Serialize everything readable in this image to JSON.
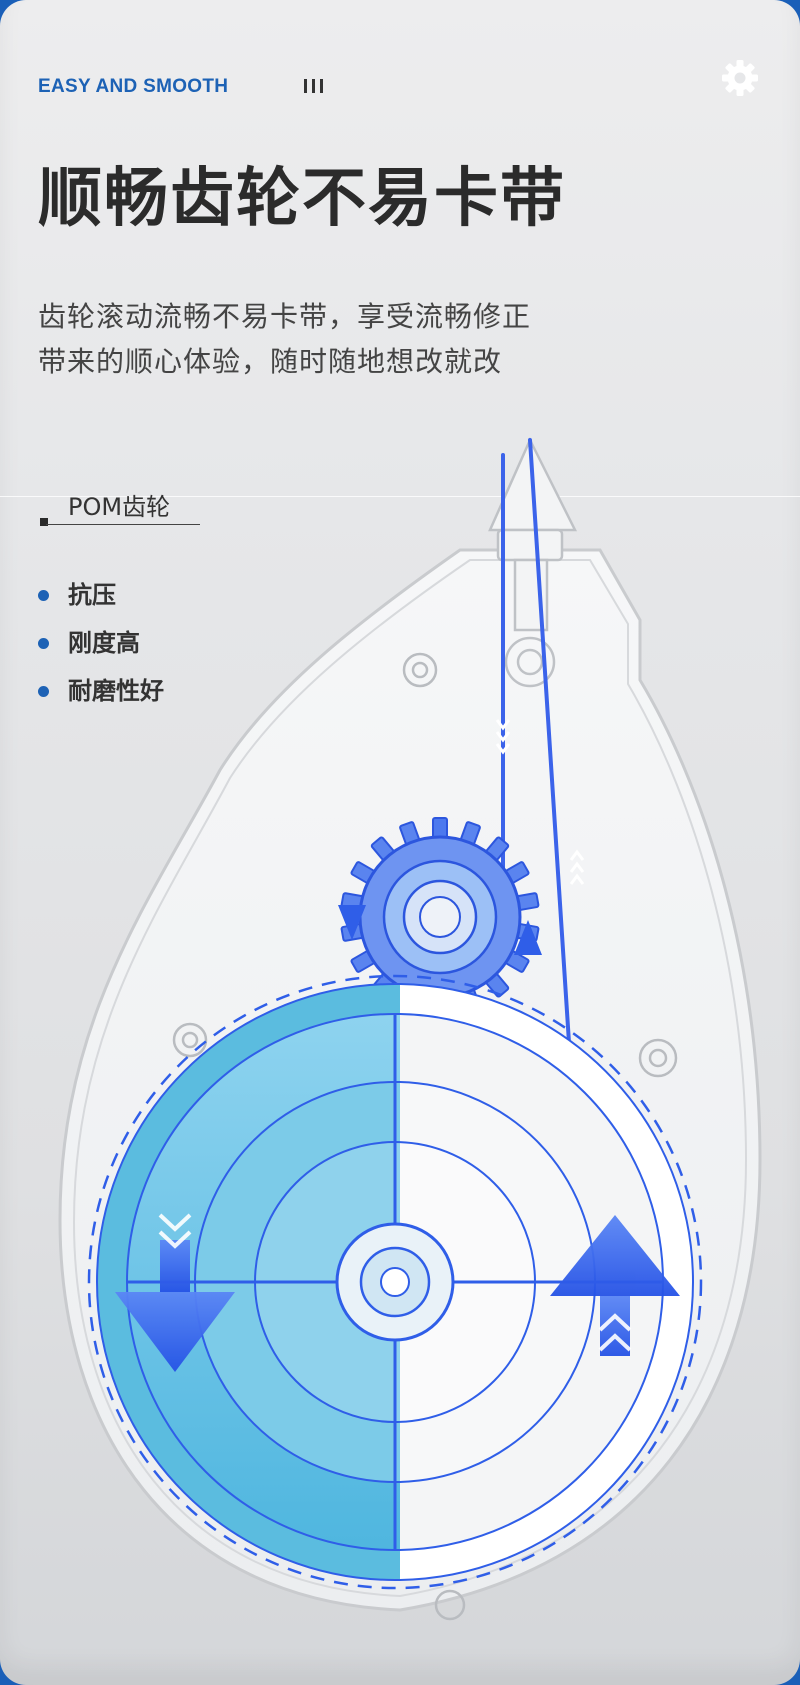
{
  "header": {
    "tagline": "EASY AND SMOOTH",
    "settings_icon": "gear-icon"
  },
  "hero": {
    "title": "顺畅齿轮不易卡带",
    "description_line1": "齿轮滚动流畅不易卡带，享受流畅修正",
    "description_line2": "带来的顺心体验，随时随地想改就改"
  },
  "material": {
    "title": "POM齿轮",
    "features": [
      "抗压",
      "刚度高",
      "耐磨性好"
    ]
  },
  "illustration": {
    "subject": "correction-tape-gear-mechanism",
    "accent_color": "#2f5ee8",
    "gear_fill_color": "#5bbcdf",
    "housing_color": "#f3f4f5",
    "background_color": "#e6e7e9",
    "frame_color": "#1a5fb8"
  }
}
